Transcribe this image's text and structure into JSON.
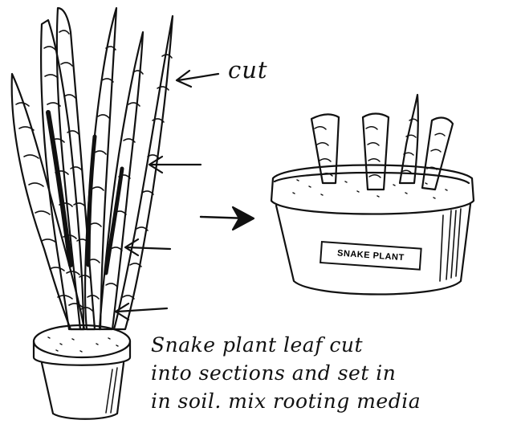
{
  "labels": {
    "cut": "cut",
    "pot_label": "SNAKE PLANT",
    "caption_lines": [
      "Snake plant leaf cut",
      "into sections and set in",
      "in soil. mix rooting media"
    ]
  },
  "colors": {
    "ink": "#111111",
    "paper": "#ffffff"
  }
}
